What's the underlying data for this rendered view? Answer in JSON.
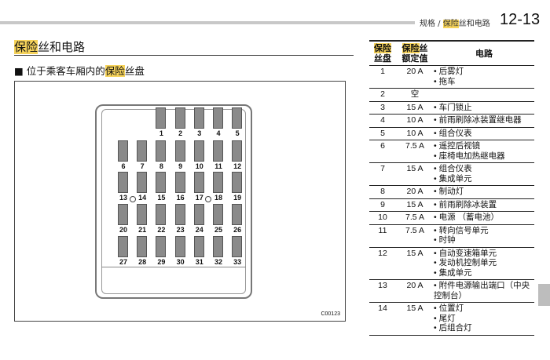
{
  "header": {
    "section_prefix": "规格 / ",
    "section_hl": "保险",
    "section_rest": "丝和电路",
    "page": "12-13"
  },
  "title": {
    "hl": "保险",
    "rest": "丝和电路"
  },
  "subtitle": {
    "prefix": "■ 位于乘客车厢内的",
    "hl": "保险",
    "rest": "丝盘"
  },
  "figure": {
    "caption": "C00123",
    "fuses": [
      [
        "1",
        "2",
        "3",
        "4",
        "5"
      ],
      [
        "6",
        "7",
        "8",
        "9",
        "10",
        "11",
        "12"
      ],
      [
        "13",
        "14",
        "15",
        "16",
        "17",
        "18",
        "19"
      ],
      [
        "20",
        "21",
        "22",
        "23",
        "24",
        "25",
        "26"
      ],
      [
        "27",
        "28",
        "29",
        "30",
        "31",
        "32",
        "33"
      ]
    ]
  },
  "table": {
    "headers": {
      "c1_hl": "保险",
      "c1_rest": "丝盘",
      "c2_hl": "保险",
      "c2_rest1": "丝",
      "c2_rest2": "额定值",
      "c3": "电路"
    },
    "rows": [
      {
        "no": "1",
        "amp": "20 A",
        "circuits": [
          "后雾灯",
          "拖车"
        ]
      },
      {
        "no": "2",
        "amp": "空",
        "circuits": []
      },
      {
        "no": "3",
        "amp": "15 A",
        "circuits": [
          "车门锁止"
        ]
      },
      {
        "no": "4",
        "amp": "10 A",
        "circuits": [
          "前雨刷除冰装置继电器"
        ]
      },
      {
        "no": "5",
        "amp": "10 A",
        "circuits": [
          "组合仪表"
        ]
      },
      {
        "no": "6",
        "amp": "7.5 A",
        "circuits": [
          "遥控后视镜",
          "座椅电加热继电器"
        ]
      },
      {
        "no": "7",
        "amp": "15 A",
        "circuits": [
          "组合仪表",
          "集成单元"
        ]
      },
      {
        "no": "8",
        "amp": "20 A",
        "circuits": [
          "制动灯"
        ]
      },
      {
        "no": "9",
        "amp": "15 A",
        "circuits": [
          "前雨刷除冰装置"
        ]
      },
      {
        "no": "10",
        "amp": "7.5 A",
        "circuits": [
          "电源 （蓄电池）"
        ]
      },
      {
        "no": "11",
        "amp": "7.5 A",
        "circuits": [
          "转向信号单元",
          "时钟"
        ]
      },
      {
        "no": "12",
        "amp": "15 A",
        "circuits": [
          "自动变速箱单元",
          "发动机控制单元",
          "集成单元"
        ]
      },
      {
        "no": "13",
        "amp": "20 A",
        "circuits": [
          "附件电源输出端口（中央控制台）"
        ]
      },
      {
        "no": "14",
        "amp": "15 A",
        "circuits": [
          "位置灯",
          "尾灯",
          "后组合灯"
        ]
      }
    ]
  }
}
